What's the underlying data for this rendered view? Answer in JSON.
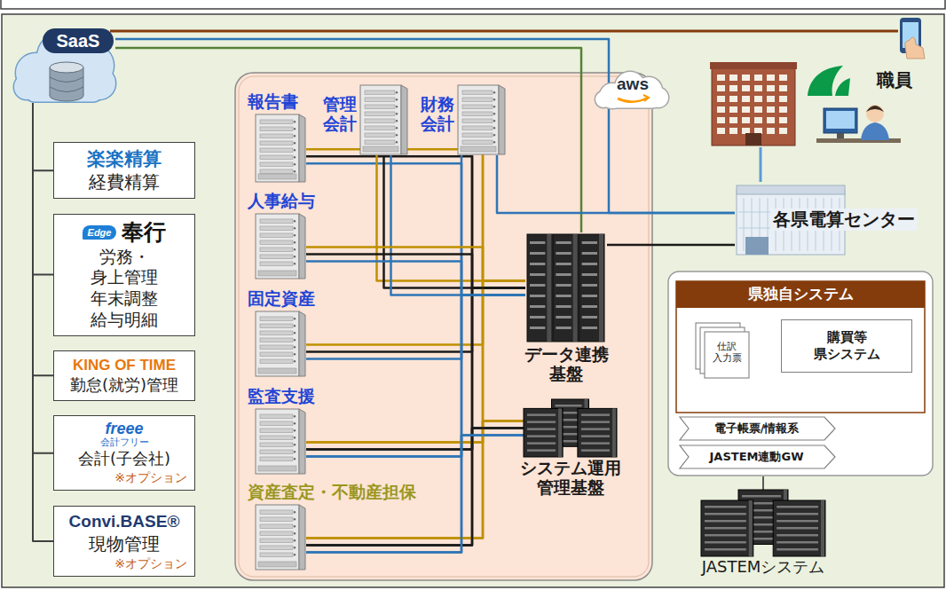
{
  "diagram": {
    "nodes": [
      {
        "text": [
          "SaaS"
        ]
      },
      {
        "text": [
          "楽楽精算",
          "経費精算"
        ]
      },
      {
        "text": [
          "Edge",
          "奉行",
          "労務・身上管理 年末調整 給与明細"
        ]
      },
      {
        "text": [
          "KING OF TIME",
          "勤怠(就労)管理"
        ]
      },
      {
        "text": [
          "freee",
          "会計フリー",
          "会計(子会社)",
          "※オプション"
        ]
      },
      {
        "text": [
          "Convi.BASE®",
          "現物管理",
          "※オプション"
        ]
      },
      {
        "text": [
          "報告書"
        ]
      },
      {
        "text": [
          "管理 会計"
        ]
      },
      {
        "text": [
          "財務 会計"
        ]
      },
      {
        "text": [
          "人事給与"
        ]
      },
      {
        "text": [
          "固定資産"
        ]
      },
      {
        "text": [
          "監査支援"
        ]
      },
      {
        "text": [
          "資産査定・不動産担保"
        ]
      },
      {
        "text": [
          "データ連携 基盤"
        ]
      },
      {
        "text": [
          "システム運用 管理基盤"
        ]
      },
      {
        "text": [
          "aws"
        ]
      },
      {
        "text": [
          "職員"
        ]
      },
      {
        "text": [
          "各県電算センター"
        ]
      },
      {
        "text": [
          "県独自システム"
        ]
      },
      {
        "text": [
          "仕訳 入力票"
        ],
        "in": 18
      },
      {
        "text": [
          "購買等 県システム"
        ],
        "in": 18
      },
      {
        "text": [
          "電子帳票/情報系"
        ],
        "in": 18
      },
      {
        "text": [
          "JASTEM連動GW"
        ],
        "in": 18
      },
      {
        "text": [
          "JASTEMシステム"
        ]
      }
    ],
    "edges": [
      {
        "from": 0,
        "to": 1,
        "arrow": "none"
      },
      {
        "from": 0,
        "to": 2,
        "arrow": "none"
      },
      {
        "from": 0,
        "to": 3,
        "arrow": "none"
      },
      {
        "from": 0,
        "to": 4,
        "arrow": "none"
      },
      {
        "from": 0,
        "to": 5,
        "arrow": "none"
      },
      {
        "from": 0,
        "to": 17,
        "arrow": "none"
      },
      {
        "from": 0,
        "to": 13,
        "arrow": "none"
      },
      {
        "from": 6,
        "to": 13,
        "arrow": "none"
      },
      {
        "from": 7,
        "to": 13,
        "arrow": "none"
      },
      {
        "from": 8,
        "to": 13,
        "arrow": "none"
      },
      {
        "from": 9,
        "to": 13,
        "arrow": "none"
      },
      {
        "from": 10,
        "to": 13,
        "arrow": "none"
      },
      {
        "from": 11,
        "to": 13,
        "arrow": "none"
      },
      {
        "from": 12,
        "to": 13,
        "arrow": "none"
      },
      {
        "from": 11,
        "to": 14,
        "arrow": "none"
      },
      {
        "from": 12,
        "to": 14,
        "arrow": "none"
      },
      {
        "from": 8,
        "to": 17,
        "arrow": "none"
      },
      {
        "from": 13,
        "to": 17,
        "arrow": "none"
      },
      {
        "from": 17,
        "to": 16,
        "arrow": "none"
      },
      {
        "from": 18,
        "to": 23,
        "arrow": "none"
      }
    ]
  }
}
